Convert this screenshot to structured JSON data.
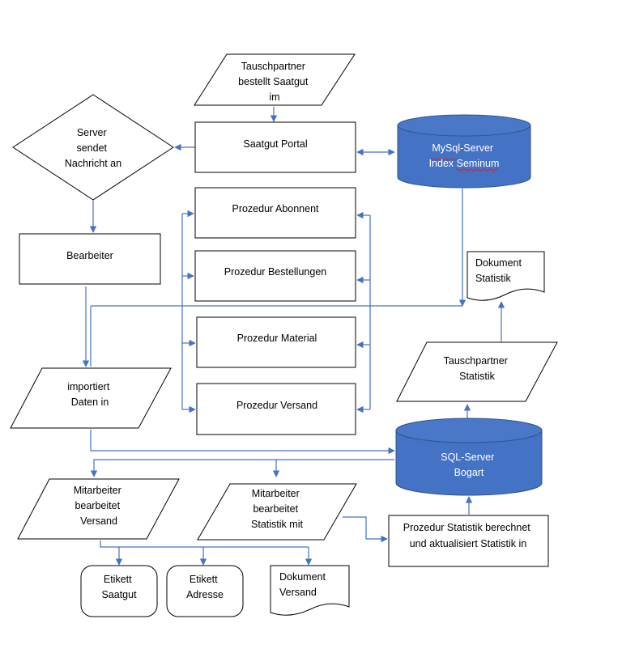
{
  "nodes": {
    "tausch_bestellt": [
      "Tauschpartner",
      "bestellt Saatgut",
      "im"
    ],
    "server_sendet": [
      "Server",
      "sendet",
      "Nachricht an"
    ],
    "saatgut_portal": [
      "Saatgut Portal"
    ],
    "mysql_server": [
      "MySql-Server",
      "Index Seminum"
    ],
    "prozedur_abonnent": [
      "Prozedur Abonnent"
    ],
    "bearbeiter": [
      "Bearbeiter"
    ],
    "prozedur_bestellungen": [
      "Prozedur Bestellungen"
    ],
    "dokument_statistik": [
      "Dokument",
      "Statistik"
    ],
    "prozedur_material": [
      "Prozedur Material"
    ],
    "tausch_statistik": [
      "Tauschpartner",
      "Statistik"
    ],
    "importiert": [
      "importiert",
      "Daten in"
    ],
    "prozedur_versand": [
      "Prozedur Versand"
    ],
    "sql_server": [
      "SQL-Server",
      "Bogart"
    ],
    "mitarbeiter_versand": [
      "Mitarbeiter",
      "bearbeitet",
      "Versand"
    ],
    "mitarbeiter_statistik": [
      "Mitarbeiter",
      "bearbeitet",
      "Statistik mit"
    ],
    "prozedur_statistik": [
      "Prozedur Statistik berechnet",
      "und aktualisiert Statistik in"
    ],
    "etikett_saatgut": [
      "Etikett",
      "Saatgut"
    ],
    "etikett_adresse": [
      "Etikett",
      "Adresse"
    ],
    "dokument_versand": [
      "Dokument",
      "Versand"
    ]
  },
  "colors": {
    "connector": "#4472c4",
    "database_fill": "#4472c4",
    "database_text": "#ffffff",
    "shape_stroke": "#000000"
  }
}
